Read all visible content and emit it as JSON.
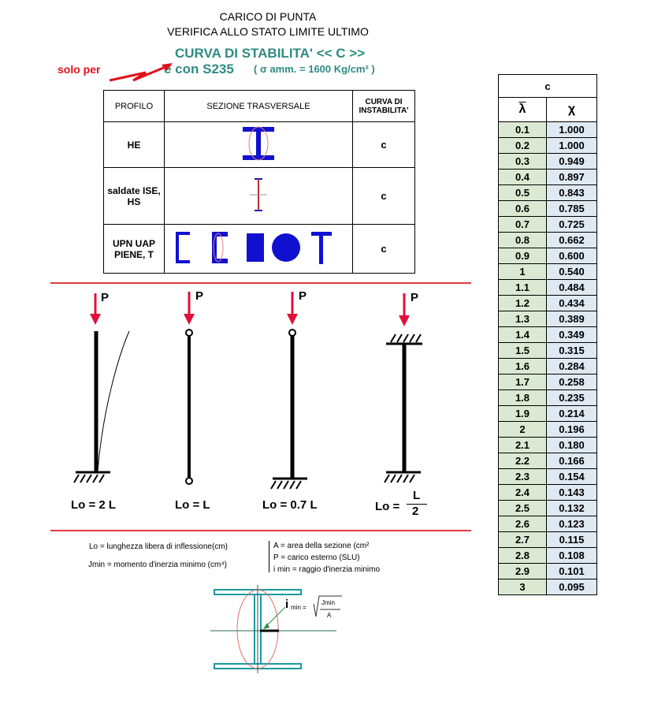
{
  "header": {
    "line1": "CARICO DI PUNTA",
    "line2": "VERIFICA  ALLO STATO LIMITE ULTIMO",
    "curve_title": "CURVA DI STABILITA' << C >>",
    "steel": "e con S235",
    "allowable": "( σ amm. = 1600 Kg/cm² )",
    "solo_per": "solo per"
  },
  "profiles_table": {
    "headers": [
      "PROFILO",
      "SEZIONE TRASVERSALE",
      "CURVA DI INSTABILITA'"
    ],
    "rows": [
      {
        "profilo": "HE",
        "curva": "c"
      },
      {
        "profilo": "saldate ISE, HS",
        "curva": "c"
      },
      {
        "profilo": "UPN UAP PIENE, T",
        "curva": "c"
      }
    ]
  },
  "columns": {
    "load_label": "P",
    "cases": [
      "Lo = 2 L",
      "Lo = L",
      "Lo = 0.7 L",
      "Lo ="
    ],
    "fraction_num": "L",
    "fraction_den": "2"
  },
  "legend": {
    "lo": "Lo =  lunghezza  libera di inflessione(cm)",
    "jmin": "Jmin = momento d'inerzia minimo  (cm⁴)",
    "a": "A = area della sezione (cm²",
    "p": "P = carico esterno (SLU)",
    "imin": "i min =  raggio d'inerzia   minimo"
  },
  "section_detail": {
    "imin_label": "i",
    "imin_sub": "min =",
    "frac_num": "Jmin",
    "frac_den": "A"
  },
  "chi_table": {
    "curve": "c",
    "col_lambda": "λ",
    "col_chi": "χ",
    "rows": [
      [
        "0.1",
        "1.000"
      ],
      [
        "0.2",
        "1.000"
      ],
      [
        "0.3",
        "0.949"
      ],
      [
        "0.4",
        "0.897"
      ],
      [
        "0.5",
        "0.843"
      ],
      [
        "0.6",
        "0.785"
      ],
      [
        "0.7",
        "0.725"
      ],
      [
        "0.8",
        "0.662"
      ],
      [
        "0.9",
        "0.600"
      ],
      [
        "1",
        "0.540"
      ],
      [
        "1.1",
        "0.484"
      ],
      [
        "1.2",
        "0.434"
      ],
      [
        "1.3",
        "0.389"
      ],
      [
        "1.4",
        "0.349"
      ],
      [
        "1.5",
        "0.315"
      ],
      [
        "1.6",
        "0.284"
      ],
      [
        "1.7",
        "0.258"
      ],
      [
        "1.8",
        "0.235"
      ],
      [
        "1.9",
        "0.214"
      ],
      [
        "2",
        "0.196"
      ],
      [
        "2.1",
        "0.180"
      ],
      [
        "2.2",
        "0.166"
      ],
      [
        "2.3",
        "0.154"
      ],
      [
        "2.4",
        "0.143"
      ],
      [
        "2.5",
        "0.132"
      ],
      [
        "2.6",
        "0.123"
      ],
      [
        "2.7",
        "0.115"
      ],
      [
        "2.8",
        "0.108"
      ],
      [
        "2.9",
        "0.101"
      ],
      [
        "3",
        "0.095"
      ]
    ]
  }
}
